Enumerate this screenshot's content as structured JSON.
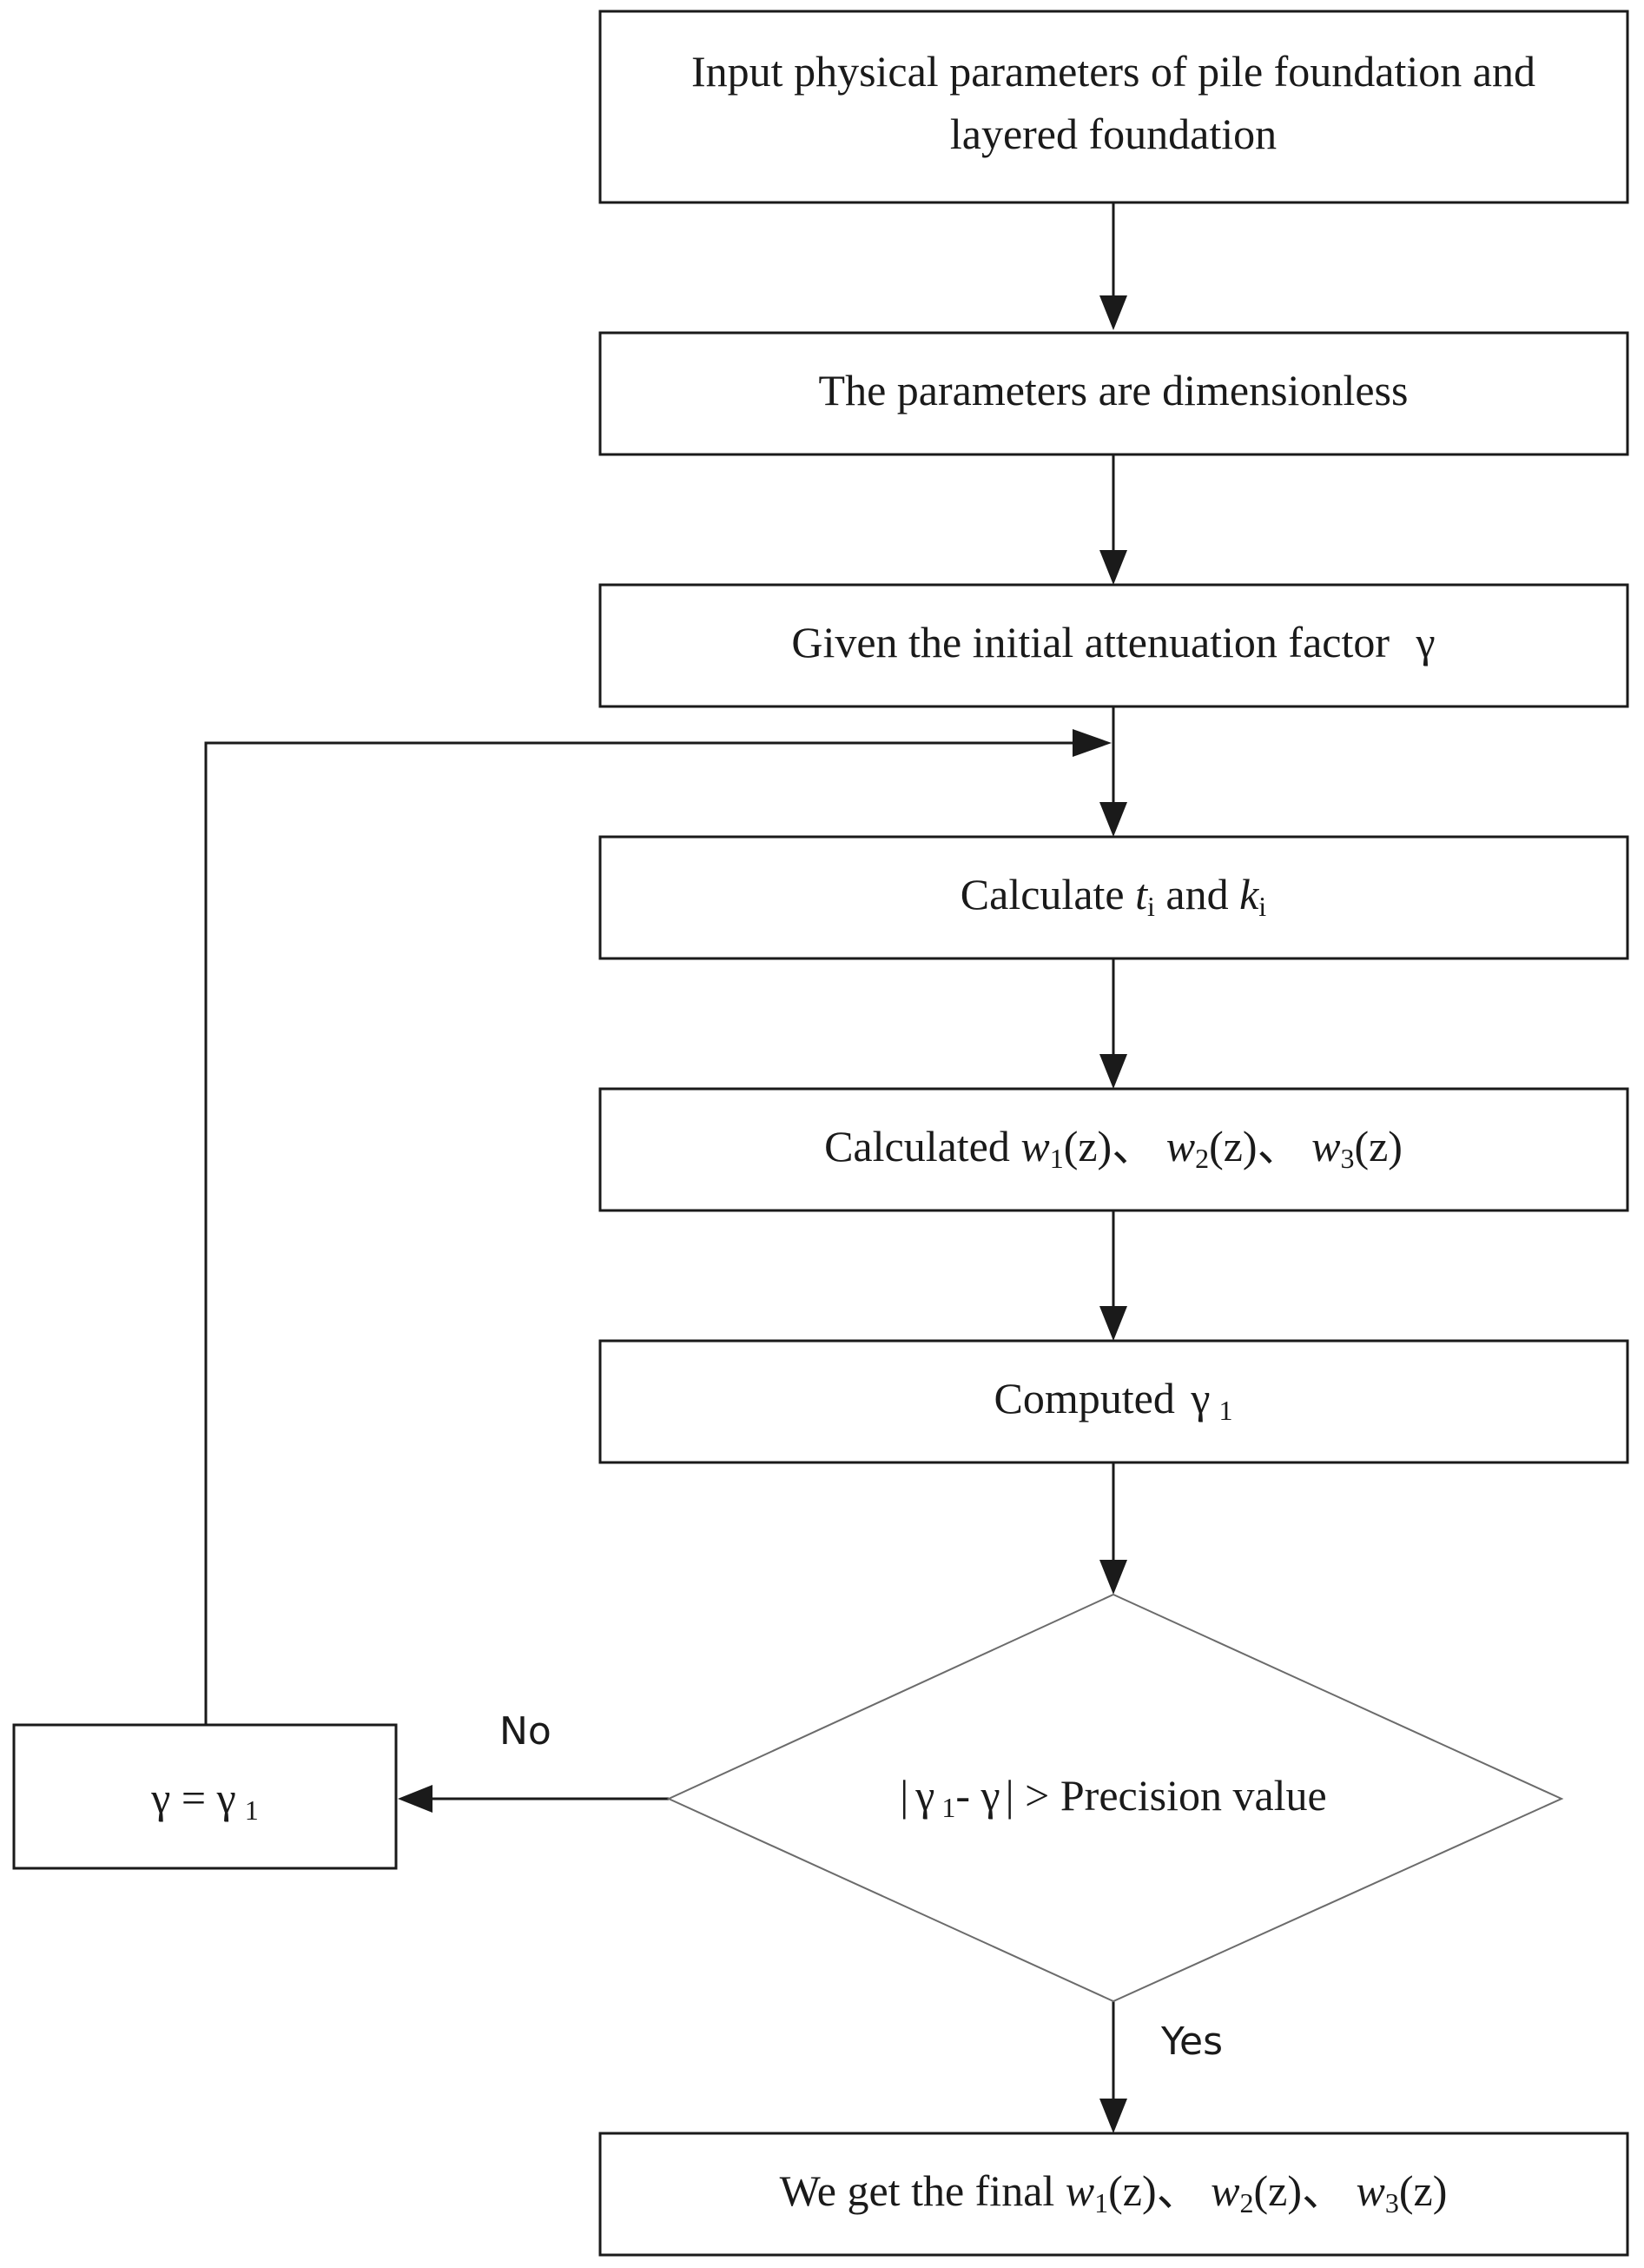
{
  "nodes": {
    "input": {
      "line1": "Input physical parameters of pile foundation and",
      "line2": "layered foundation"
    },
    "dimensionless": {
      "text": "The parameters are dimensionless"
    },
    "initial": {
      "text": "Given the initial attenuation factor",
      "symbol": "γ"
    },
    "calc_tk": {
      "prefix": "Calculate ",
      "t": "t",
      "t_sub": "i",
      "and": " and ",
      "k": "k",
      "k_sub": "i"
    },
    "calc_w": {
      "prefix": "Calculated ",
      "w": "w",
      "s1": "1",
      "s2": "2",
      "s3": "3",
      "arg": "(z)",
      "sep": "、 "
    },
    "computed": {
      "prefix": "Computed ",
      "symbol": "γ",
      "sub": "1"
    },
    "decision": {
      "bar_open": "|",
      "g1": "γ",
      "s1": "1",
      "minus": "- ",
      "g": "γ",
      "bar_close": "|",
      "rest": " > Precision value"
    },
    "update": {
      "lhs": "γ",
      "eq": " = ",
      "rhs": "γ",
      "sub": "1"
    },
    "final": {
      "prefix": "We get the final ",
      "w": "w",
      "s1": "1",
      "s2": "2",
      "s3": "3",
      "arg": "(z)",
      "sep": "、 "
    }
  },
  "edges": {
    "no_label": "No",
    "yes_label": "Yes"
  }
}
